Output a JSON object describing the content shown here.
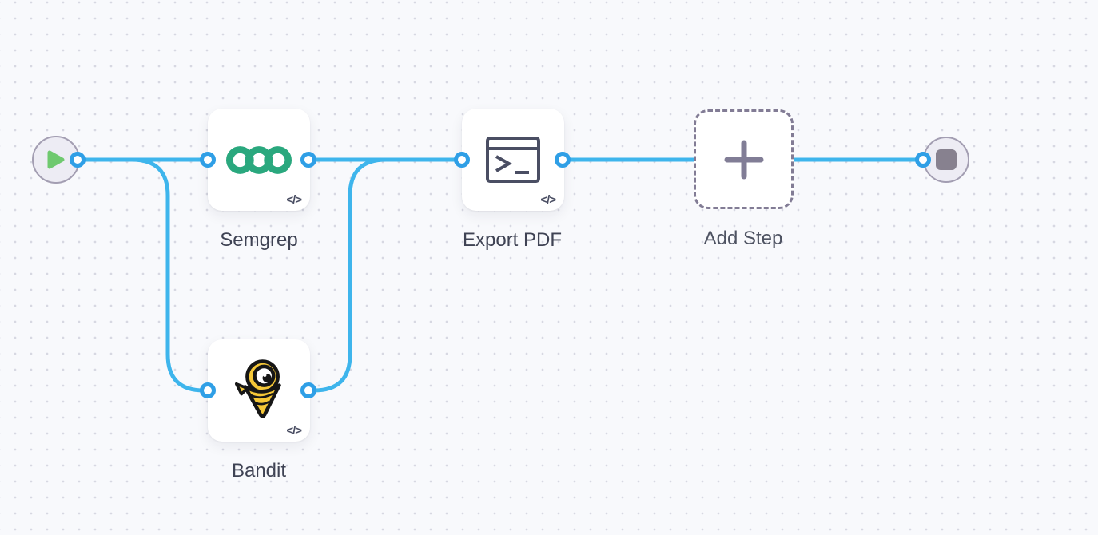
{
  "canvas": {
    "background_color": "#f8f9fc",
    "dot_grid_color": "#d7d8e2"
  },
  "theme": {
    "connection_color": "#3eb5ec",
    "port_color": "#2f9fe6",
    "label_color": "#3f4354",
    "semgrep_green": "#2aa87e",
    "bandit_yellow": "#f5c737",
    "play_green": "#6fc96f",
    "stop_gray": "#87818f",
    "dashed_border_color": "#827c95"
  },
  "workflow": {
    "start_node": {
      "icon": "play-icon"
    },
    "end_node": {
      "icon": "stop-icon"
    },
    "steps": {
      "semgrep": {
        "label": "Semgrep",
        "icon": "semgrep-logo",
        "badge": "</>"
      },
      "bandit": {
        "label": "Bandit",
        "icon": "bandit-logo",
        "badge": "</>"
      },
      "export_pdf": {
        "label": "Export PDF",
        "icon": "terminal-icon",
        "badge": "</>"
      },
      "add_step": {
        "label": "Add Step",
        "icon": "plus-icon"
      }
    },
    "connections": [
      "start -> semgrep",
      "start -> bandit",
      "semgrep -> export_pdf",
      "bandit -> export_pdf",
      "export_pdf -> add_step",
      "add_step -> end"
    ]
  }
}
